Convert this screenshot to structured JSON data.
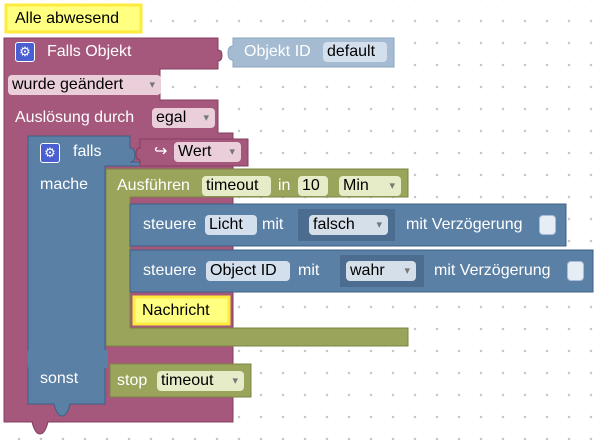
{
  "colors": {
    "event_block": "#a5577c",
    "control_block": "#5b80a5",
    "timer_block": "#9aa55b",
    "comment": "#ffff80",
    "getter_block": "#a5bbd1",
    "gear": "#4a5fd0"
  },
  "comment": {
    "text": "Alle abwesend"
  },
  "trigger": {
    "title": "Falls Objekt",
    "object_label": "Objekt ID",
    "object_value": "default",
    "change_value": "wurde geändert",
    "trigger_label": "Auslösung durch",
    "trigger_value": "egal"
  },
  "if_block": {
    "if_label": "falls",
    "value_arrow": "↪",
    "value_value": "Wert",
    "do_label": "mache",
    "else_label": "sonst"
  },
  "timeout": {
    "label": "Ausführen",
    "name": "timeout",
    "in_label": "in",
    "amount": "10",
    "unit": "Min"
  },
  "control1": {
    "label": "steuere",
    "target": "Licht",
    "with_label": "mit",
    "value": "falsch",
    "delay_label": "mit Verzögerung"
  },
  "control2": {
    "label": "steuere",
    "target": "Object ID",
    "with_label": "mit",
    "value": "wahr",
    "delay_label": "mit Verzögerung"
  },
  "message": {
    "text": "Nachricht"
  },
  "stop": {
    "label": "stop",
    "name": "timeout"
  }
}
